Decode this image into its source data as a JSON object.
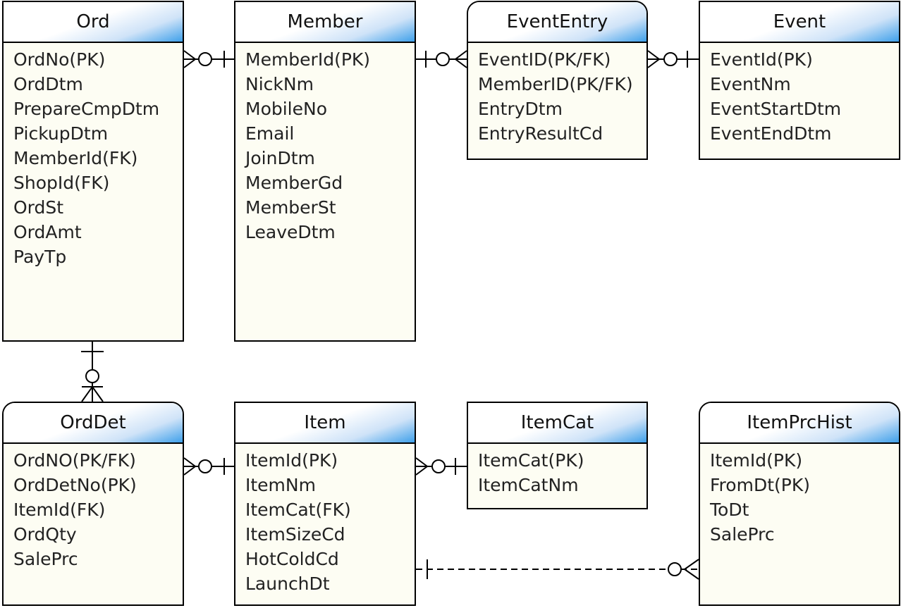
{
  "entities": {
    "ord": {
      "title": "Ord",
      "attributes": [
        "OrdNo(PK)",
        "OrdDtm",
        "PrepareCmpDtm",
        "PickupDtm",
        "MemberId(FK)",
        "ShopId(FK)",
        "OrdSt",
        "OrdAmt",
        "PayTp"
      ]
    },
    "member": {
      "title": "Member",
      "attributes": [
        "MemberId(PK)",
        "NickNm",
        "MobileNo",
        "Email",
        "JoinDtm",
        "MemberGd",
        "MemberSt",
        "LeaveDtm"
      ]
    },
    "evententry": {
      "title": "EventEntry",
      "attributes": [
        "EventID(PK/FK)",
        "MemberID(PK/FK)",
        "EntryDtm",
        "EntryResultCd"
      ]
    },
    "event": {
      "title": "Event",
      "attributes": [
        "EventId(PK)",
        "EventNm",
        "EventStartDtm",
        "EventEndDtm"
      ]
    },
    "orddet": {
      "title": "OrdDet",
      "attributes": [
        "OrdNO(PK/FK)",
        "OrdDetNo(PK)",
        "ItemId(FK)",
        "OrdQty",
        "SalePrc"
      ]
    },
    "item": {
      "title": "Item",
      "attributes": [
        "ItemId(PK)",
        "ItemNm",
        "ItemCat(FK)",
        "ItemSizeCd",
        "HotColdCd",
        "LaunchDt"
      ]
    },
    "itemcat": {
      "title": "ItemCat",
      "attributes": [
        "ItemCat(PK)",
        "ItemCatNm"
      ]
    },
    "itemprchist": {
      "title": "ItemPrcHist",
      "attributes": [
        "ItemId(PK)",
        "FromDt(PK)",
        "ToDt",
        "SalePrc"
      ]
    }
  },
  "relationships": [
    {
      "from": "member",
      "to": "ord",
      "from_cardinality": "one",
      "to_cardinality": "zero-or-many",
      "style": "solid"
    },
    {
      "from": "member",
      "to": "evententry",
      "from_cardinality": "one",
      "to_cardinality": "zero-or-many",
      "style": "solid"
    },
    {
      "from": "event",
      "to": "evententry",
      "from_cardinality": "one",
      "to_cardinality": "zero-or-many",
      "style": "solid"
    },
    {
      "from": "ord",
      "to": "orddet",
      "from_cardinality": "one",
      "to_cardinality": "zero-or-many",
      "style": "solid"
    },
    {
      "from": "item",
      "to": "orddet",
      "from_cardinality": "one",
      "to_cardinality": "zero-or-many",
      "style": "solid"
    },
    {
      "from": "itemcat",
      "to": "item",
      "from_cardinality": "one",
      "to_cardinality": "zero-or-many",
      "style": "solid"
    },
    {
      "from": "item",
      "to": "itemprchist",
      "from_cardinality": "one",
      "to_cardinality": "zero-or-many",
      "style": "dashed"
    }
  ],
  "colors": {
    "border": "#000000",
    "body": "#fdfdf3",
    "header_accent": "#3fa0ea"
  }
}
